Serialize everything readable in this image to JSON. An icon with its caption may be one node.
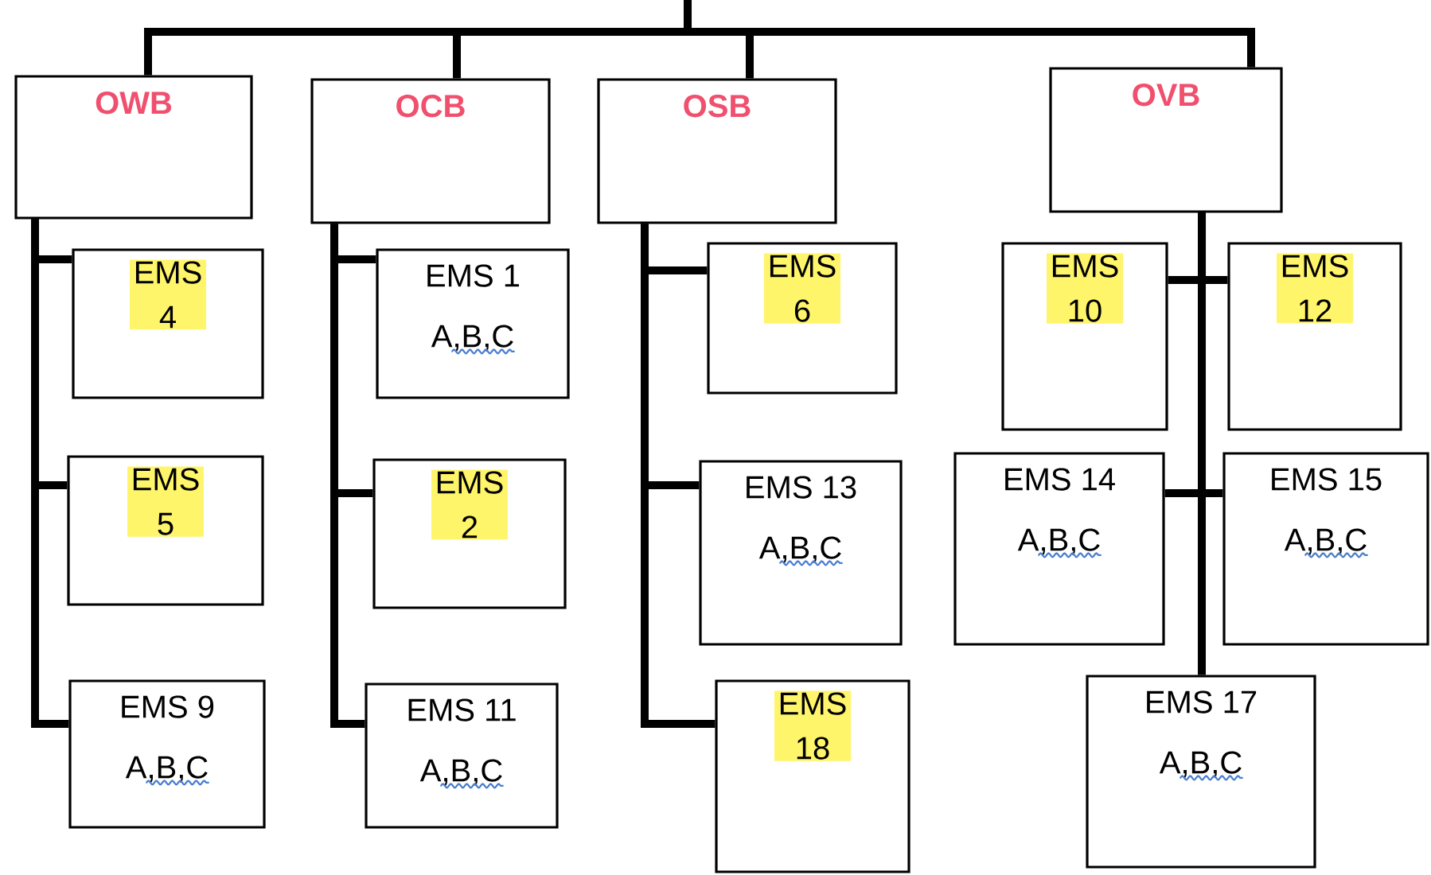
{
  "diagram": {
    "nodes": [
      {
        "text": [
          "OWB"
        ]
      },
      {
        "text": [
          "OCB"
        ]
      },
      {
        "text": [
          "OSB"
        ]
      },
      {
        "text": [
          "OVB"
        ]
      },
      {
        "text": [
          "EMS 4"
        ]
      },
      {
        "text": [
          "EMS 5"
        ]
      },
      {
        "text": [
          "EMS 9",
          "A,B,C"
        ]
      },
      {
        "text": [
          "EMS 1",
          "A,B,C"
        ]
      },
      {
        "text": [
          "EMS 2"
        ]
      },
      {
        "text": [
          "EMS 11",
          "A,B,C"
        ]
      },
      {
        "text": [
          "EMS 6"
        ]
      },
      {
        "text": [
          "EMS 13",
          "A,B,C"
        ]
      },
      {
        "text": [
          "EMS 18"
        ]
      },
      {
        "text": [
          "EMS 10"
        ]
      },
      {
        "text": [
          "EMS 12"
        ]
      },
      {
        "text": [
          "EMS 14",
          "A,B,C"
        ]
      },
      {
        "text": [
          "EMS 15",
          "A,B,C"
        ]
      },
      {
        "text": [
          "EMS 17",
          "A,B,C"
        ]
      }
    ],
    "edges": [
      {
        "from": null,
        "to": 0,
        "arrow": "none"
      },
      {
        "from": null,
        "to": 1,
        "arrow": "none"
      },
      {
        "from": null,
        "to": 2,
        "arrow": "none"
      },
      {
        "from": null,
        "to": 3,
        "arrow": "none"
      },
      {
        "from": 0,
        "to": 4,
        "arrow": "none"
      },
      {
        "from": 0,
        "to": 5,
        "arrow": "none"
      },
      {
        "from": 0,
        "to": 6,
        "arrow": "none"
      },
      {
        "from": 1,
        "to": 7,
        "arrow": "none"
      },
      {
        "from": 1,
        "to": 8,
        "arrow": "none"
      },
      {
        "from": 1,
        "to": 9,
        "arrow": "none"
      },
      {
        "from": 2,
        "to": 10,
        "arrow": "none"
      },
      {
        "from": 2,
        "to": 11,
        "arrow": "none"
      },
      {
        "from": 2,
        "to": 12,
        "arrow": "none"
      },
      {
        "from": 3,
        "to": 13,
        "arrow": "none"
      },
      {
        "from": 3,
        "to": 14,
        "arrow": "none"
      },
      {
        "from": 3,
        "to": 15,
        "arrow": "none"
      },
      {
        "from": 3,
        "to": 16,
        "arrow": "none"
      },
      {
        "from": 3,
        "to": 17,
        "arrow": "none"
      }
    ]
  }
}
